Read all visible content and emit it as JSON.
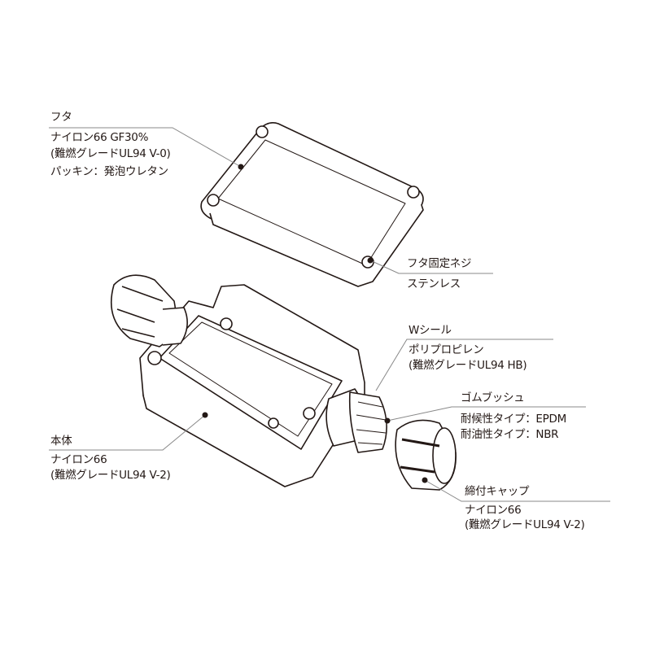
{
  "labels": {
    "lid": {
      "title": "フタ",
      "lines": [
        "ナイロン66 GF30%",
        "(難燃グレードUL94 V-0)",
        "パッキン：発泡ウレタン"
      ]
    },
    "lid_screw": {
      "title": "フタ固定ネジ",
      "lines": [
        "ステンレス"
      ]
    },
    "w_seal": {
      "title": "Wシール",
      "lines": [
        "ポリプロピレン",
        "(難燃グレードUL94 HB)"
      ]
    },
    "rubber_bush": {
      "title": "ゴムブッシュ",
      "lines": [
        "耐候性タイプ：EPDM",
        "耐油性タイプ：NBR"
      ]
    },
    "cap": {
      "title": "締付キャップ",
      "lines": [
        "ナイロン66",
        "(難燃グレードUL94 V-2)"
      ]
    },
    "body": {
      "title": "本体",
      "lines": [
        "ナイロン66",
        "(難燃グレードUL94 V-2)"
      ]
    }
  },
  "colors": {
    "line": "#231815",
    "leader": "#888888"
  }
}
